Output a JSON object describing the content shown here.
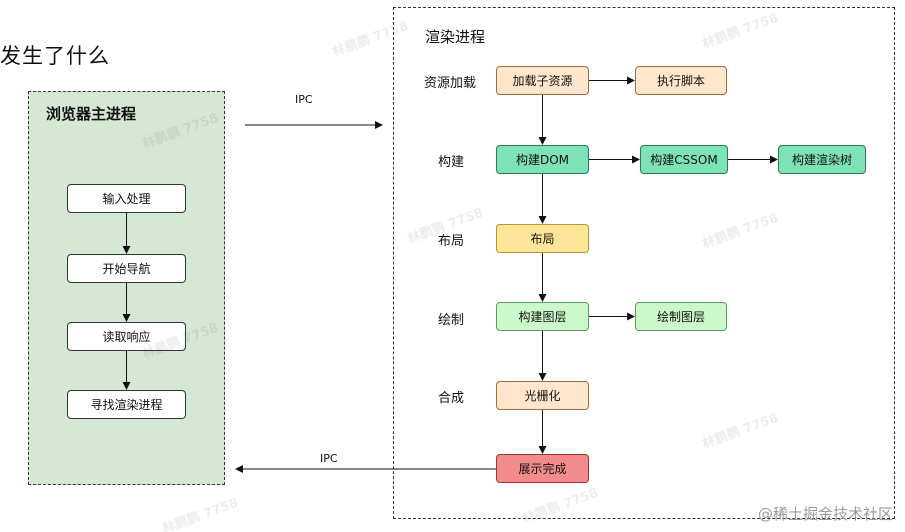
{
  "page_title": "发生了什么",
  "browser": {
    "title": "浏览器主进程",
    "steps": [
      "输入处理",
      "开始导航",
      "读取响应",
      "寻找渲染进程"
    ]
  },
  "ipc": {
    "forward": "IPC",
    "back": "IPC"
  },
  "renderer": {
    "title": "渲染进程",
    "stages": {
      "resource": "资源加载",
      "build": "构建",
      "layout": "布局",
      "paint": "绘制",
      "composite": "合成"
    },
    "nodes": {
      "load_subresources": "加载子资源",
      "exec_script": "执行脚本",
      "build_dom": "构建DOM",
      "build_cssom": "构建CSSOM",
      "build_render_tree": "构建渲染树",
      "layout": "布局",
      "build_layers": "构建图层",
      "paint_layers": "绘制图层",
      "rasterize": "光栅化",
      "display_done": "展示完成"
    }
  },
  "watermark": "林鹏鹏 7758",
  "footer": "@稀土掘金技术社区"
}
